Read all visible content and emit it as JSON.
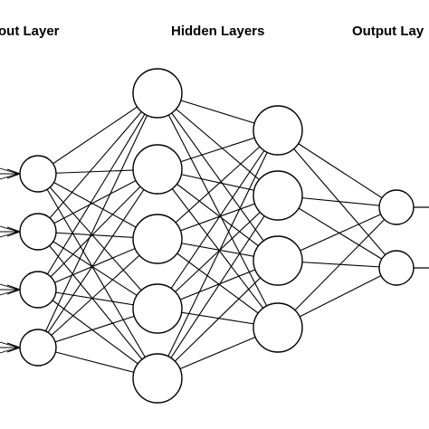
{
  "labels": {
    "input": "out Layer",
    "hidden": "Hidden Layers",
    "output": "Output Lay"
  },
  "colors": {
    "stroke": "#000000",
    "node_fill": "#ffffff",
    "background": "#ffffff"
  },
  "network": {
    "layer_sizes": [
      4,
      5,
      4,
      2
    ],
    "connectivity": "fully-connected",
    "input_arrows": true,
    "output_arrows": true
  }
}
